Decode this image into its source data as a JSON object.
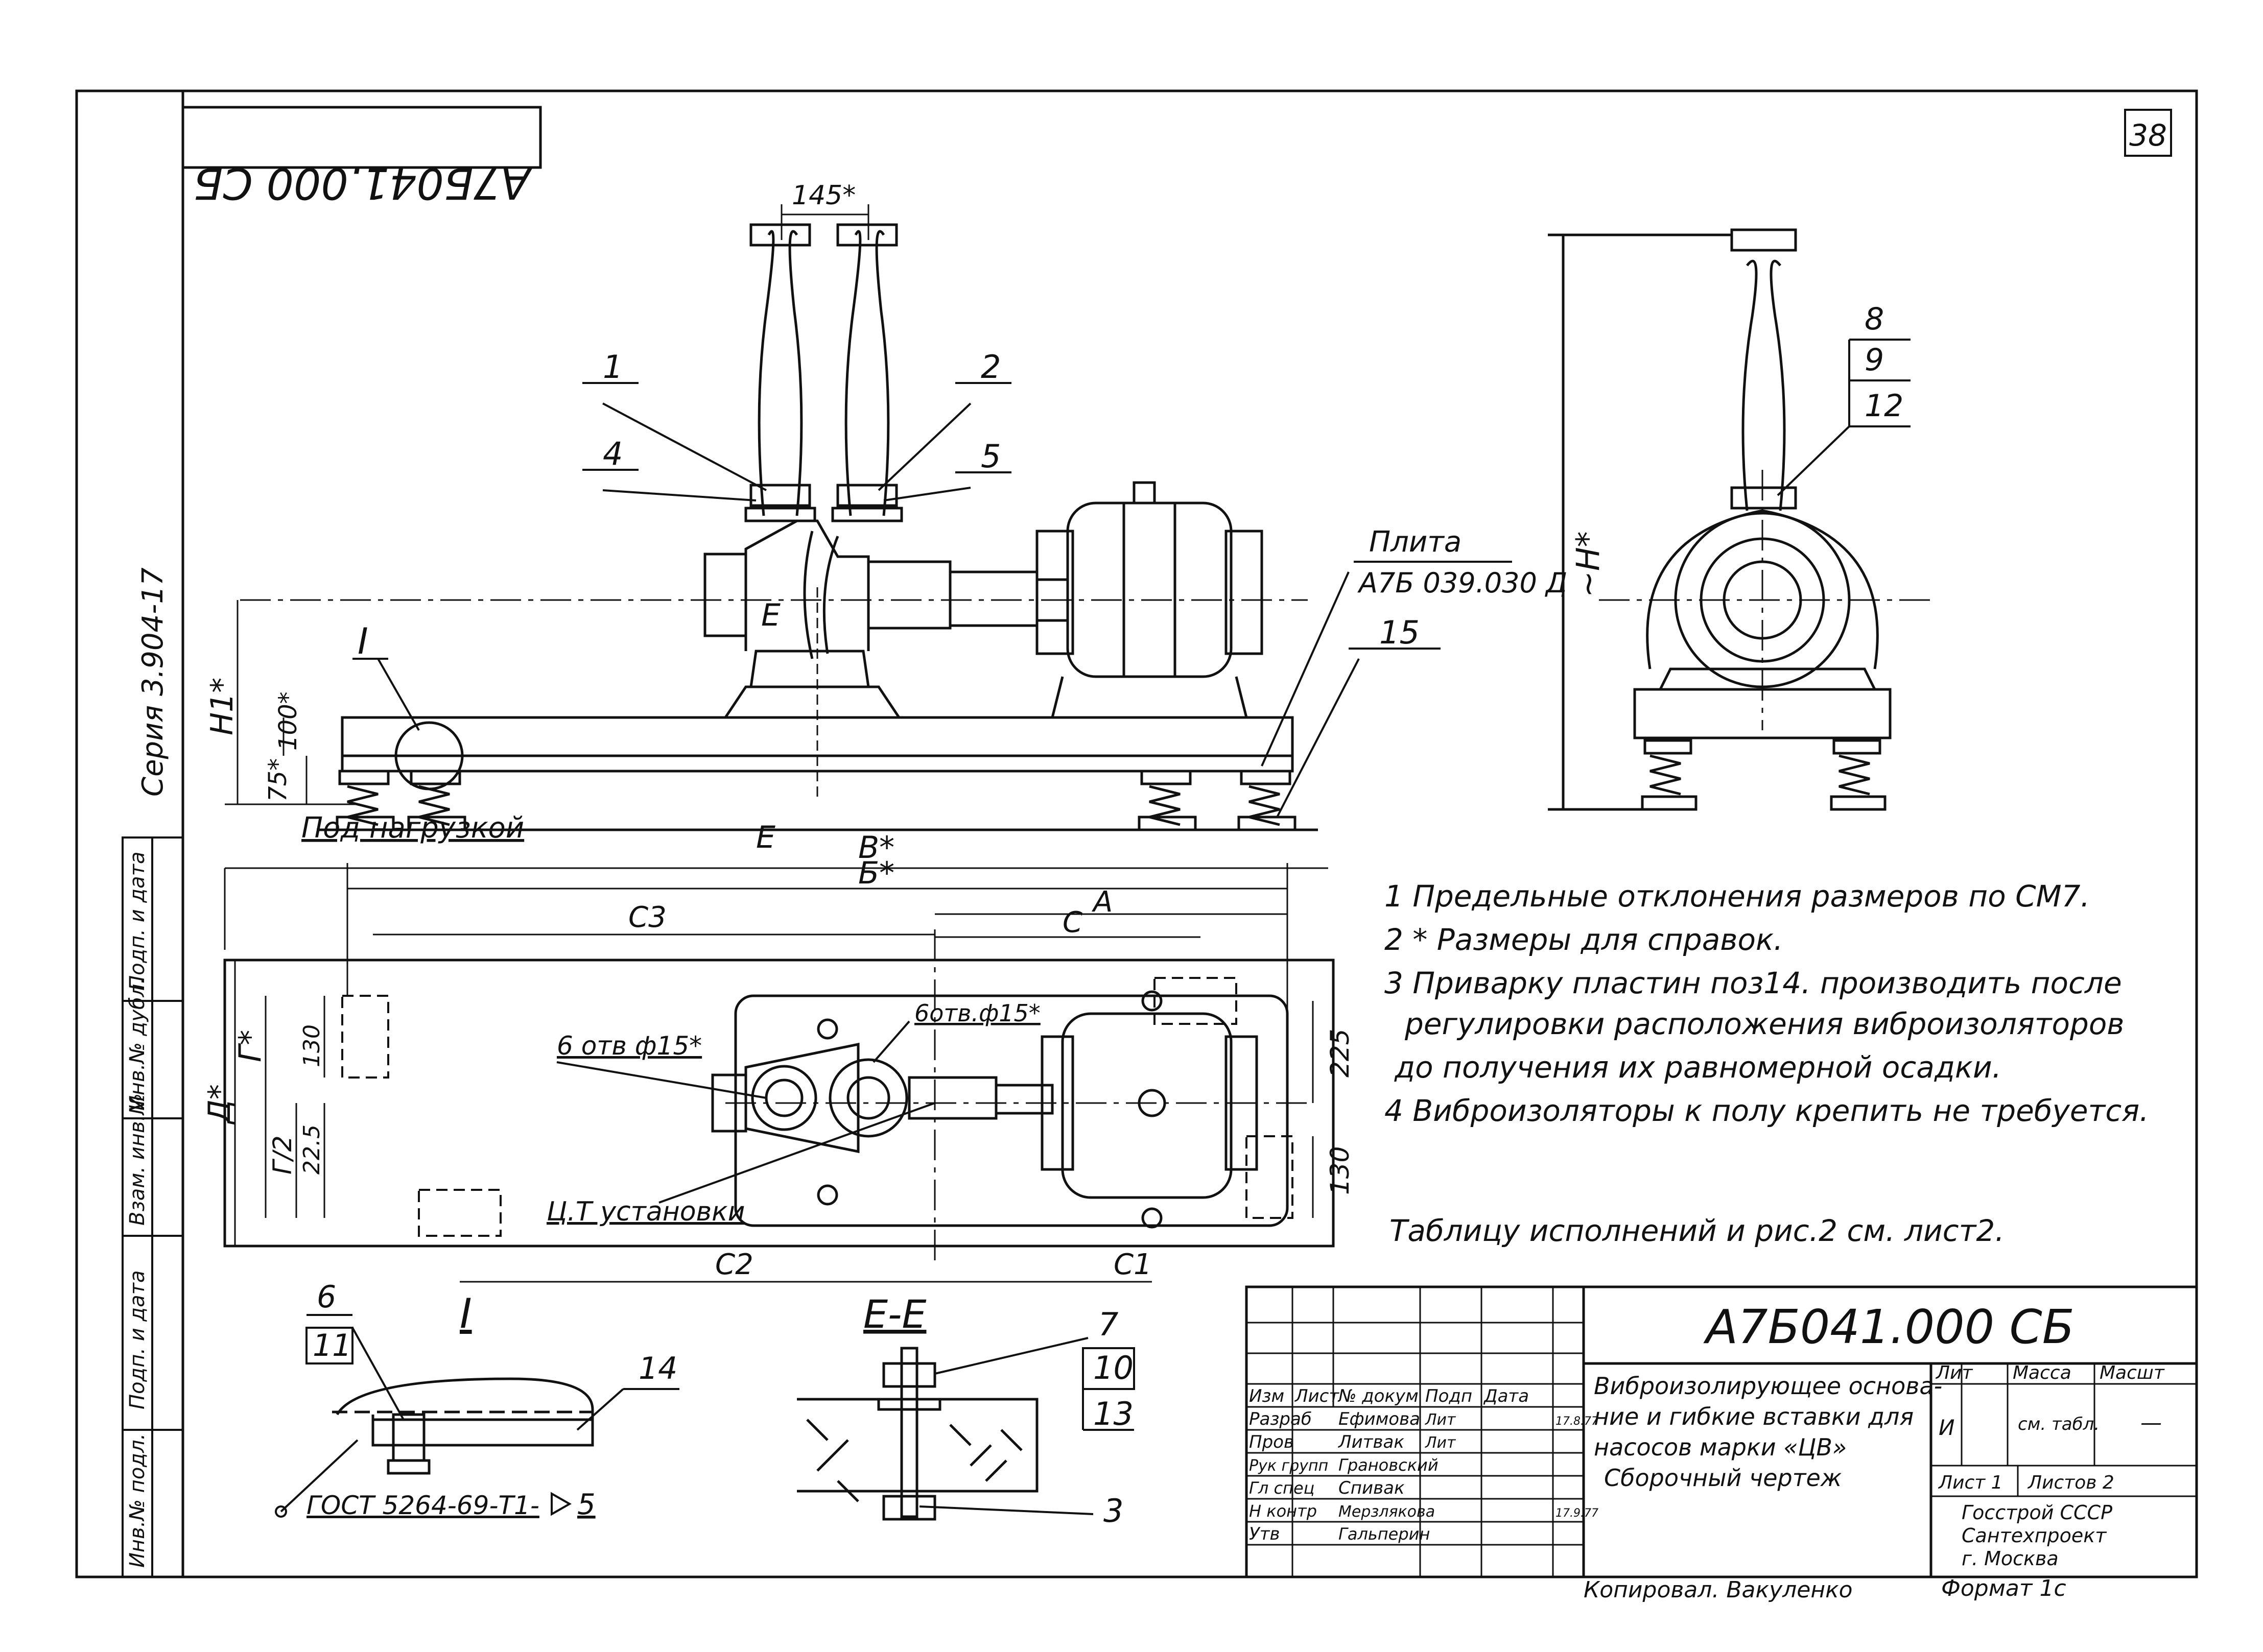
{
  "drawing": {
    "code": "А7Б041.000 СБ",
    "code_mirrored": "А7Б041.000 СБ",
    "sheet_number": "38",
    "series": "Серия 3.904-17",
    "title_lines": [
      "Виброизолирующее основа-",
      "ние и гибкие вставки для",
      "насосов марки «ЦВ»",
      "Сборочный чертеж"
    ],
    "copied_by": "Копировал. Вакуленко",
    "format": "Формат 1с"
  },
  "side_strip": [
    "Инв.№ подл.",
    "Подп. и дата",
    "Взам. инв.№",
    "Инв.№ дубл.",
    "Подп. и дата"
  ],
  "callouts": {
    "front": [
      "1",
      "2",
      "4",
      "5",
      "15",
      "I",
      "E"
    ],
    "side": [
      "8",
      "9",
      "12"
    ],
    "detail_I": [
      "6",
      "11",
      "14"
    ],
    "section_EE": [
      "7",
      "10",
      "13",
      "3"
    ]
  },
  "labels": {
    "plate_name": "Плита",
    "plate_code": "А7Б 039.030 Д",
    "under_load": "Под нагрузкой",
    "view_I": "I",
    "section_EE": "Е-Е",
    "cut_mark": "Е",
    "ct": "Ц.Т установки",
    "holes_a": "6 отв ф15*",
    "holes_b": "6отв.ф15*",
    "gost": "ГОСТ 5264-69-Т1-",
    "gost_weld": "5"
  },
  "dimensions": {
    "d145": "145*",
    "H1": "H1*",
    "d100": "100*",
    "d75": "75*",
    "H": "~H*",
    "V": "В*",
    "B": "Б*",
    "C3": "С3",
    "A": "А",
    "C": "С",
    "C2": "С2",
    "C1": "С1",
    "D": "Д*",
    "G": "Г*",
    "G2": "Г/2",
    "d130a": "130",
    "d225a": "22.5",
    "d225b": "225",
    "d130b": "130"
  },
  "notes": [
    "1 Предельные отклонения размеров по СМ7.",
    "2 * Размеры для справок.",
    "3 Приварку пластин поз14. производить после",
    "регулировки расположения виброизоляторов",
    "до получения их равномерной осадки.",
    "4 Виброизоляторы к полу крепить не требуется."
  ],
  "note_table": "Таблицу исполнений и рис.2 см. лист2.",
  "title_block": {
    "header": [
      "Изм",
      "Лист",
      "№ докум",
      "Подп",
      "Дата"
    ],
    "rows": [
      [
        "Разраб",
        "Ефимова",
        "Лит",
        "17.8.77"
      ],
      [
        "Пров",
        "Литвак",
        "Лит",
        ""
      ],
      [
        "Рук групп",
        "Грановский",
        "",
        ""
      ],
      [
        "Гл спец",
        "Спивак",
        "",
        ""
      ],
      [
        "Н контр",
        "Мерзлякова",
        "",
        "17.9.77"
      ],
      [
        "Утв",
        "Гальперин",
        "",
        ""
      ]
    ],
    "lit_label": "Лит",
    "lit_value": "И",
    "mass_label": "Масса",
    "mass_value": "см. табл.",
    "scale_label": "Масшт",
    "scale_value": "—",
    "sheet_label": "Лист 1",
    "sheets_label": "Листов 2",
    "org": [
      "Госстрой СССР",
      "Сантехпроект",
      "г. Москва"
    ]
  }
}
